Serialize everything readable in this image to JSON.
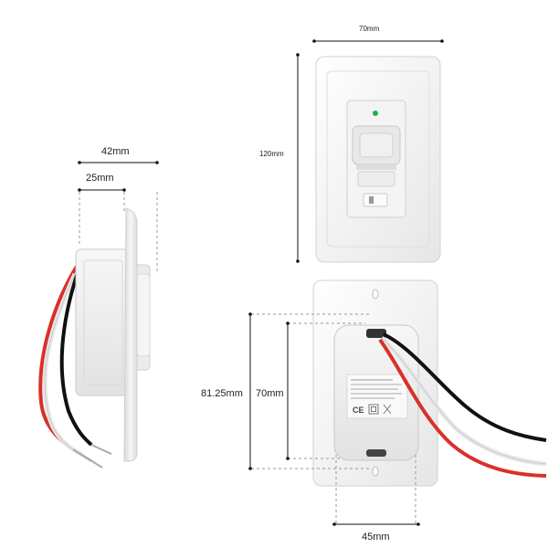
{
  "dimensions": {
    "front_width": "70mm",
    "front_height": "120mm",
    "side_depth_total": "42mm",
    "side_depth_body": "25mm",
    "back_outer_height": "81.25mm",
    "back_inner_height": "70mm",
    "back_width": "45mm"
  },
  "wire_colors": {
    "red": "#d9302a",
    "black": "#111111",
    "white": "#f2f2f2",
    "copper": "#b0b0b0"
  }
}
